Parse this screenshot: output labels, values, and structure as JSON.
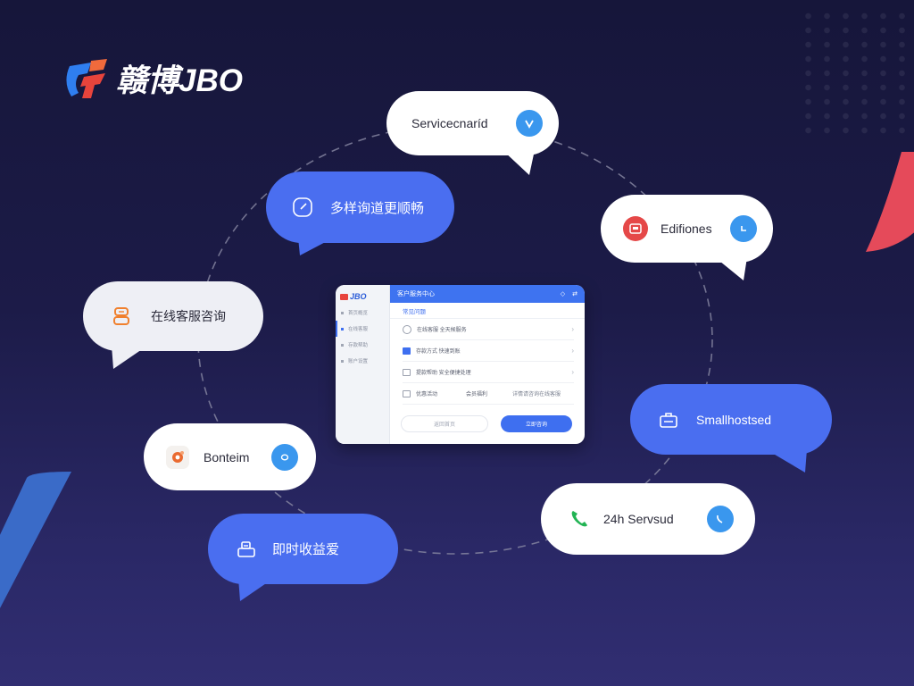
{
  "brand": {
    "name": "赣博JBO",
    "colors": {
      "red": "#e8443c",
      "blue": "#2f7ef0",
      "bg_top": "#16163a",
      "bg_bottom": "#312e72",
      "bubble_blue": "#4a6ef0"
    }
  },
  "bubbles": [
    {
      "id": "service",
      "label": "Servicecnaríd",
      "style": "white",
      "icon": "shield-v-icon",
      "action_icon": "v-badge-icon"
    },
    {
      "id": "multi-channel",
      "label": "多样询道更顺畅",
      "style": "blue",
      "icon": "clock-icon"
    },
    {
      "id": "editions",
      "label": "Edifiones",
      "style": "white",
      "icon": "chat-card-icon",
      "action_icon": "chat-icon"
    },
    {
      "id": "live-chat",
      "label": "在线客服咨询",
      "style": "light",
      "icon": "robot-icon"
    },
    {
      "id": "small-host",
      "label": "Smallhostsed",
      "style": "blue",
      "icon": "briefcase-icon"
    },
    {
      "id": "bonus",
      "label": "Bonteim",
      "style": "white",
      "icon": "app-tile-icon",
      "action_icon": "drop-icon"
    },
    {
      "id": "24h",
      "label": "24h Servsud",
      "style": "white",
      "icon": "phone-icon",
      "action_icon": "phone-call-icon"
    },
    {
      "id": "instant",
      "label": "即时收益爱",
      "style": "blue",
      "icon": "printer-icon"
    }
  ],
  "app": {
    "logo": "JBO",
    "header_title": "客户服务中心",
    "header_icons": [
      "shield-icon",
      "share-icon"
    ],
    "subtitle": "常见问题",
    "sidebar": [
      {
        "label": "首页概览",
        "active": false
      },
      {
        "label": "在线客服",
        "active": true
      },
      {
        "label": "存款帮助",
        "active": false
      },
      {
        "label": "账户设置",
        "active": false
      }
    ],
    "rows": [
      {
        "icon": "radio-icon",
        "label": "在线客服 全天候服务"
      },
      {
        "icon": "image-icon",
        "label": "存款方式 快速到账"
      },
      {
        "icon": "card-icon",
        "label": "提款帮助 安全便捷处理"
      },
      {
        "icon": "doc-icon",
        "label": "优惠活动",
        "mid": "会员福利",
        "right": "详情请咨询在线客服"
      }
    ],
    "secondary_button": "返回首页",
    "primary_button": "立即咨询"
  }
}
